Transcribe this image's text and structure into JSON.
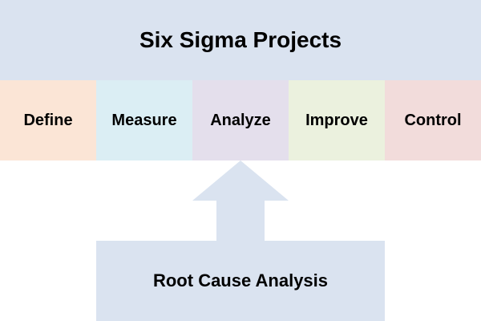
{
  "title": "Six Sigma Projects",
  "phases": [
    {
      "label": "Define",
      "color": "#fbe5d6"
    },
    {
      "label": "Measure",
      "color": "#dbeef4"
    },
    {
      "label": "Analyze",
      "color": "#e4dfec"
    },
    {
      "label": "Improve",
      "color": "#ebf1de"
    },
    {
      "label": "Control",
      "color": "#f2dcdb"
    }
  ],
  "root_cause": {
    "label": "Root Cause Analysis"
  },
  "colors": {
    "band": "#dae3f0",
    "arrow": "#dae3f0"
  }
}
